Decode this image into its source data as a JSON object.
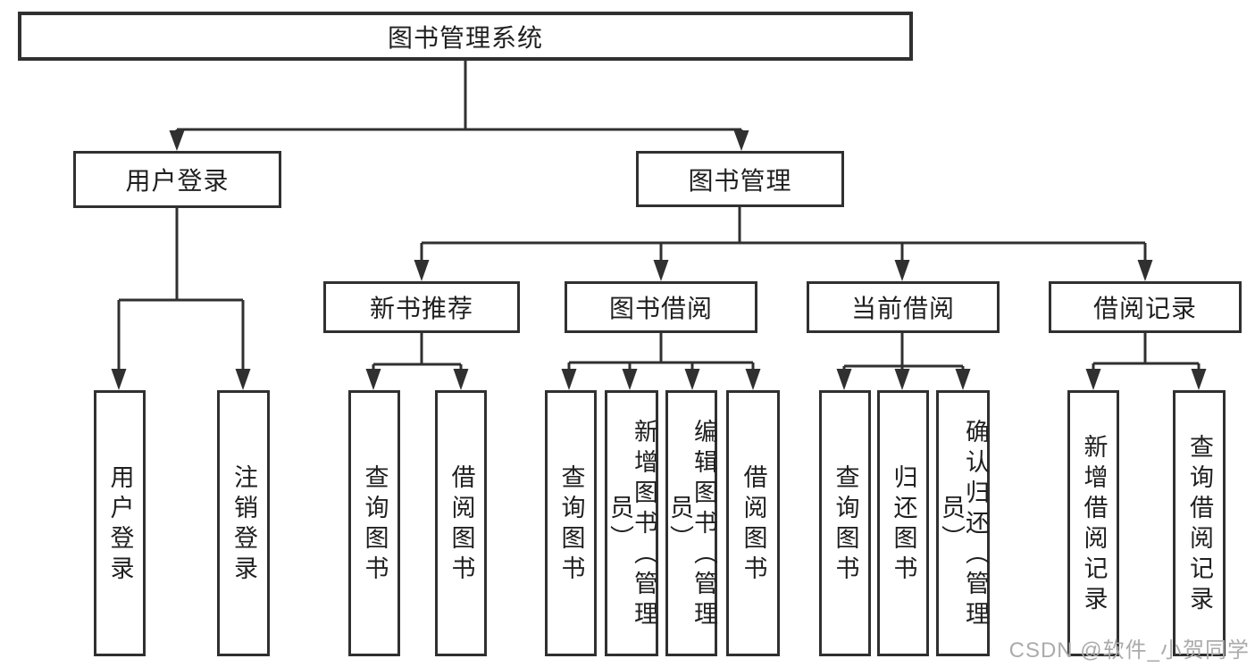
{
  "tree": {
    "label": "图书管理系统",
    "children": [
      {
        "label": "用户登录",
        "children": [
          {
            "label": "用户登录"
          },
          {
            "label": "注销登录"
          }
        ]
      },
      {
        "label": "图书管理",
        "children": [
          {
            "label": "新书推荐",
            "children": [
              {
                "label": "查询图书"
              },
              {
                "label": "借阅图书"
              }
            ]
          },
          {
            "label": "图书借阅",
            "children": [
              {
                "label": "查询图书"
              },
              {
                "label": "新增图书（管理员）"
              },
              {
                "label": "编辑图书（管理员）"
              },
              {
                "label": "借阅图书"
              }
            ]
          },
          {
            "label": "当前借阅",
            "children": [
              {
                "label": "查询图书"
              },
              {
                "label": "归还图书"
              },
              {
                "label": "确认归还（管理员）"
              }
            ]
          },
          {
            "label": "借阅记录",
            "children": [
              {
                "label": "新增借阅记录"
              },
              {
                "label": "查询借阅记录"
              }
            ]
          }
        ]
      }
    ]
  },
  "watermark": {
    "text": "CSDN @软件_小贺同学"
  },
  "colors": {
    "line": "#303030",
    "box_border": "#303030",
    "text": "#1f1f1f",
    "background": "#ffffff",
    "watermark": "#ababab"
  }
}
